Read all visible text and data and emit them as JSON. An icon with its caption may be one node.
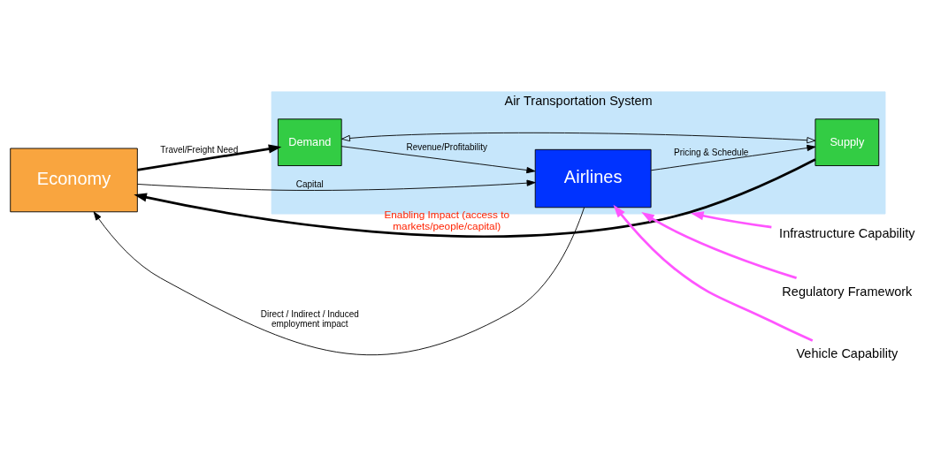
{
  "diagram": {
    "nodes": [
      {
        "text": [
          "Economy"
        ]
      },
      {
        "text": [
          "Air Transportation System"
        ]
      },
      {
        "text": [
          "Demand"
        ],
        "in": 1
      },
      {
        "text": [
          "Supply"
        ],
        "in": 1
      },
      {
        "text": [
          "Airlines"
        ],
        "in": 1
      },
      {
        "text": [
          "Infrastructure Capability"
        ]
      },
      {
        "text": [
          "Regulatory Framework"
        ]
      },
      {
        "text": [
          "Vehicle Capability"
        ]
      }
    ],
    "edges": [
      {
        "from": 4,
        "to": 0,
        "arrow": "to",
        "label": "Direct / Indirect / Induced employment impact"
      },
      {
        "from": 3,
        "to": 0,
        "arrow": "to",
        "label": "Enabling Impact (access to markets/people/capital)",
        "style": "thick"
      },
      {
        "from": 0,
        "to": 2,
        "arrow": "to",
        "label": "Travel/Freight Need",
        "style": "thick"
      },
      {
        "from": 2,
        "to": 3,
        "arrow": "both"
      },
      {
        "from": 4,
        "to": 3,
        "arrow": "to",
        "label": "Pricing & Schedule"
      },
      {
        "from": 2,
        "to": 4,
        "arrow": "to",
        "label": "Revenue/Profitability"
      },
      {
        "from": 0,
        "to": 4,
        "arrow": "to",
        "label": "Capital"
      },
      {
        "from": 5,
        "to": 1,
        "arrow": "to",
        "style": "thick",
        "color": "#ff55ff"
      },
      {
        "from": 6,
        "to": 1,
        "arrow": "to",
        "style": "thick",
        "color": "#ff55ff"
      },
      {
        "from": 7,
        "to": 4,
        "arrow": "to",
        "style": "thick",
        "color": "#ff55ff"
      }
    ]
  }
}
